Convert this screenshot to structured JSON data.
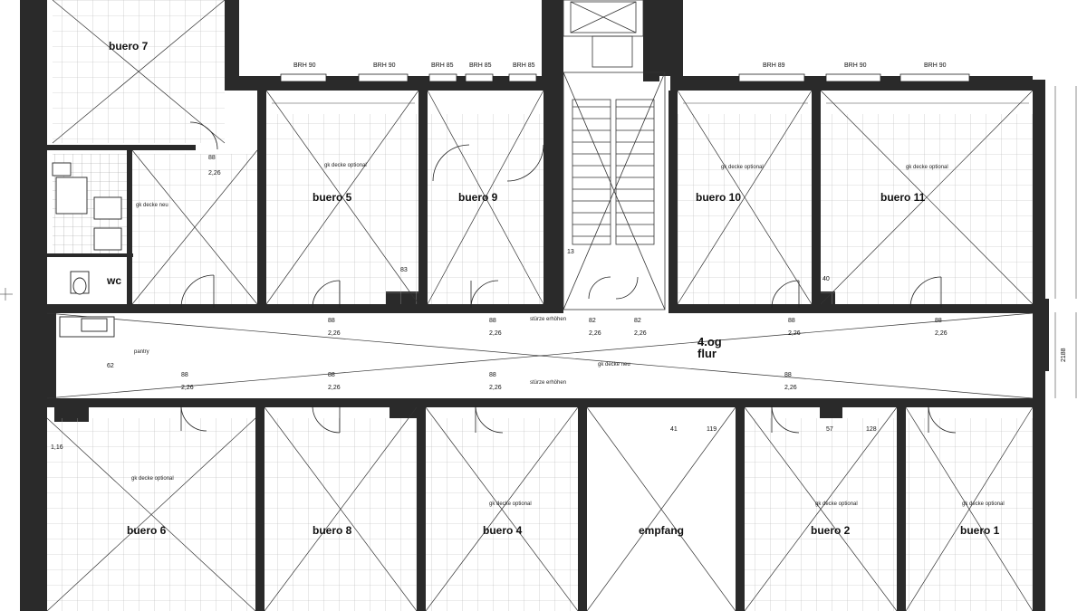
{
  "rooms": {
    "buero7": "buero 7",
    "buero5": "buero 5",
    "buero9": "buero 9",
    "buero10": "buero 10",
    "buero11": "buero 11",
    "wc": "wc",
    "flur_floor": "4.og",
    "flur": "flur",
    "buero6": "buero 6",
    "buero8": "buero 8",
    "buero4": "buero 4",
    "empfang": "empfang",
    "buero2": "buero 2",
    "buero1": "buero 1"
  },
  "notes": {
    "decke_upper": "gk decke optional",
    "decke_lower": "gk decke optional",
    "decke_neu": "gk decke neu",
    "flur_decke": "gk decke neu",
    "stuerze": "stürze erhöhen",
    "stuerze_lower": "stürze erhöhen",
    "pantry": "pantry",
    "brh90": "BRH 90",
    "brh85": "BRH 85",
    "brh89": "BRH 89"
  },
  "dimensions": {
    "door_w": "88",
    "door_h": "2,26",
    "d82": "82",
    "d128": "128",
    "d119": "119",
    "d41": "41",
    "d57": "57",
    "d62": "62",
    "d40": "40",
    "d83": "83",
    "d13": "13",
    "d116": "1,16",
    "d2188": "2188"
  }
}
